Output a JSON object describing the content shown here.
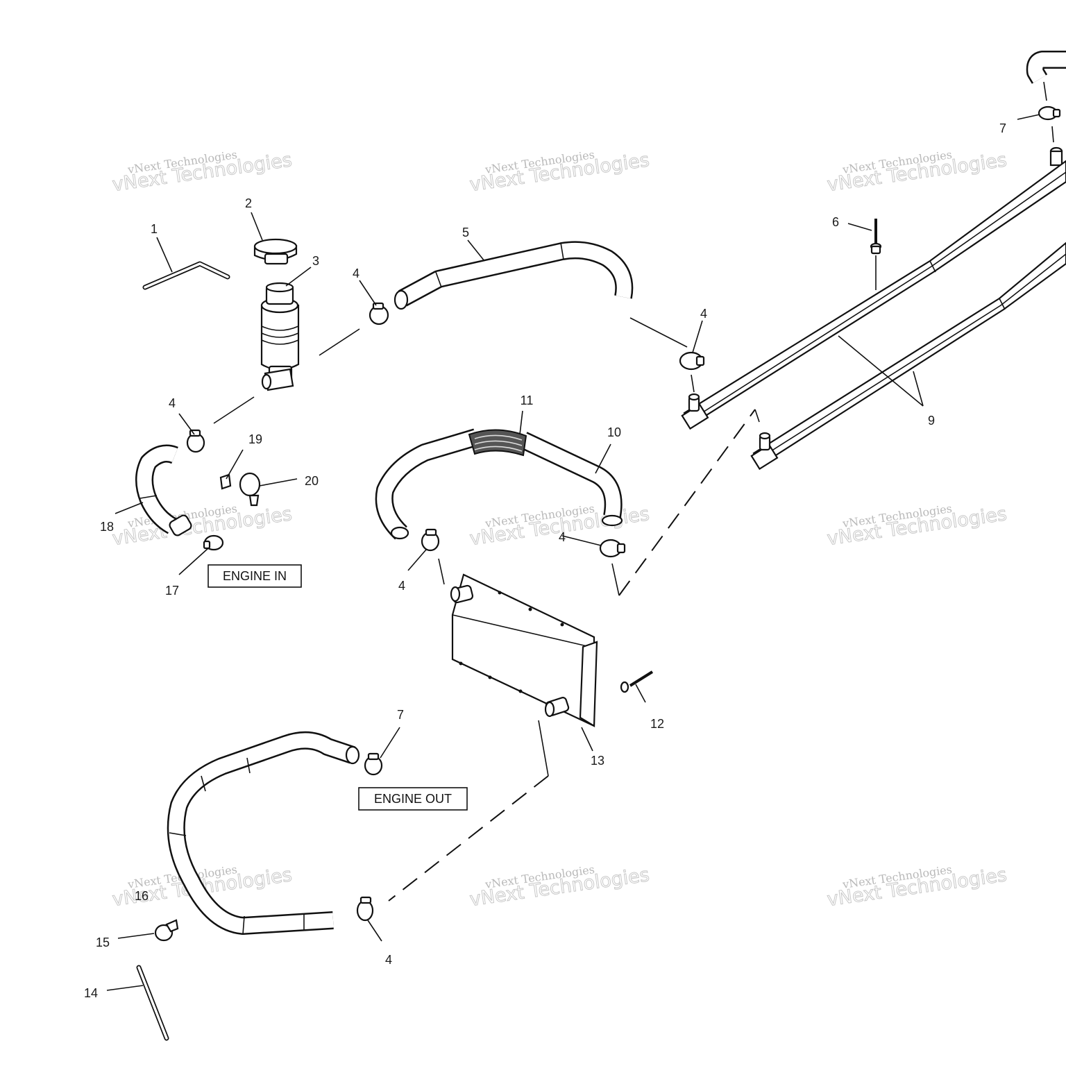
{
  "watermark": {
    "line1": "vNext Technologies",
    "line2": "vNext Technologies"
  },
  "labels": {
    "engine_in": "ENGINE IN",
    "engine_out": "ENGINE OUT"
  },
  "callouts": [
    {
      "id": "c1",
      "text": "1"
    },
    {
      "id": "c2",
      "text": "2"
    },
    {
      "id": "c3",
      "text": "3"
    },
    {
      "id": "c4a",
      "text": "4"
    },
    {
      "id": "c4b",
      "text": "4"
    },
    {
      "id": "c4c",
      "text": "4"
    },
    {
      "id": "c4d",
      "text": "4"
    },
    {
      "id": "c4e",
      "text": "4"
    },
    {
      "id": "c4f",
      "text": "4"
    },
    {
      "id": "c5",
      "text": "5"
    },
    {
      "id": "c6",
      "text": "6"
    },
    {
      "id": "c7a",
      "text": "7"
    },
    {
      "id": "c7b",
      "text": "7"
    },
    {
      "id": "c9",
      "text": "9"
    },
    {
      "id": "c10",
      "text": "10"
    },
    {
      "id": "c11",
      "text": "11"
    },
    {
      "id": "c12",
      "text": "12"
    },
    {
      "id": "c13",
      "text": "13"
    },
    {
      "id": "c14",
      "text": "14"
    },
    {
      "id": "c15",
      "text": "15"
    },
    {
      "id": "c16",
      "text": "16"
    },
    {
      "id": "c17",
      "text": "17"
    },
    {
      "id": "c18",
      "text": "18"
    },
    {
      "id": "c19",
      "text": "19"
    },
    {
      "id": "c20",
      "text": "20"
    }
  ]
}
